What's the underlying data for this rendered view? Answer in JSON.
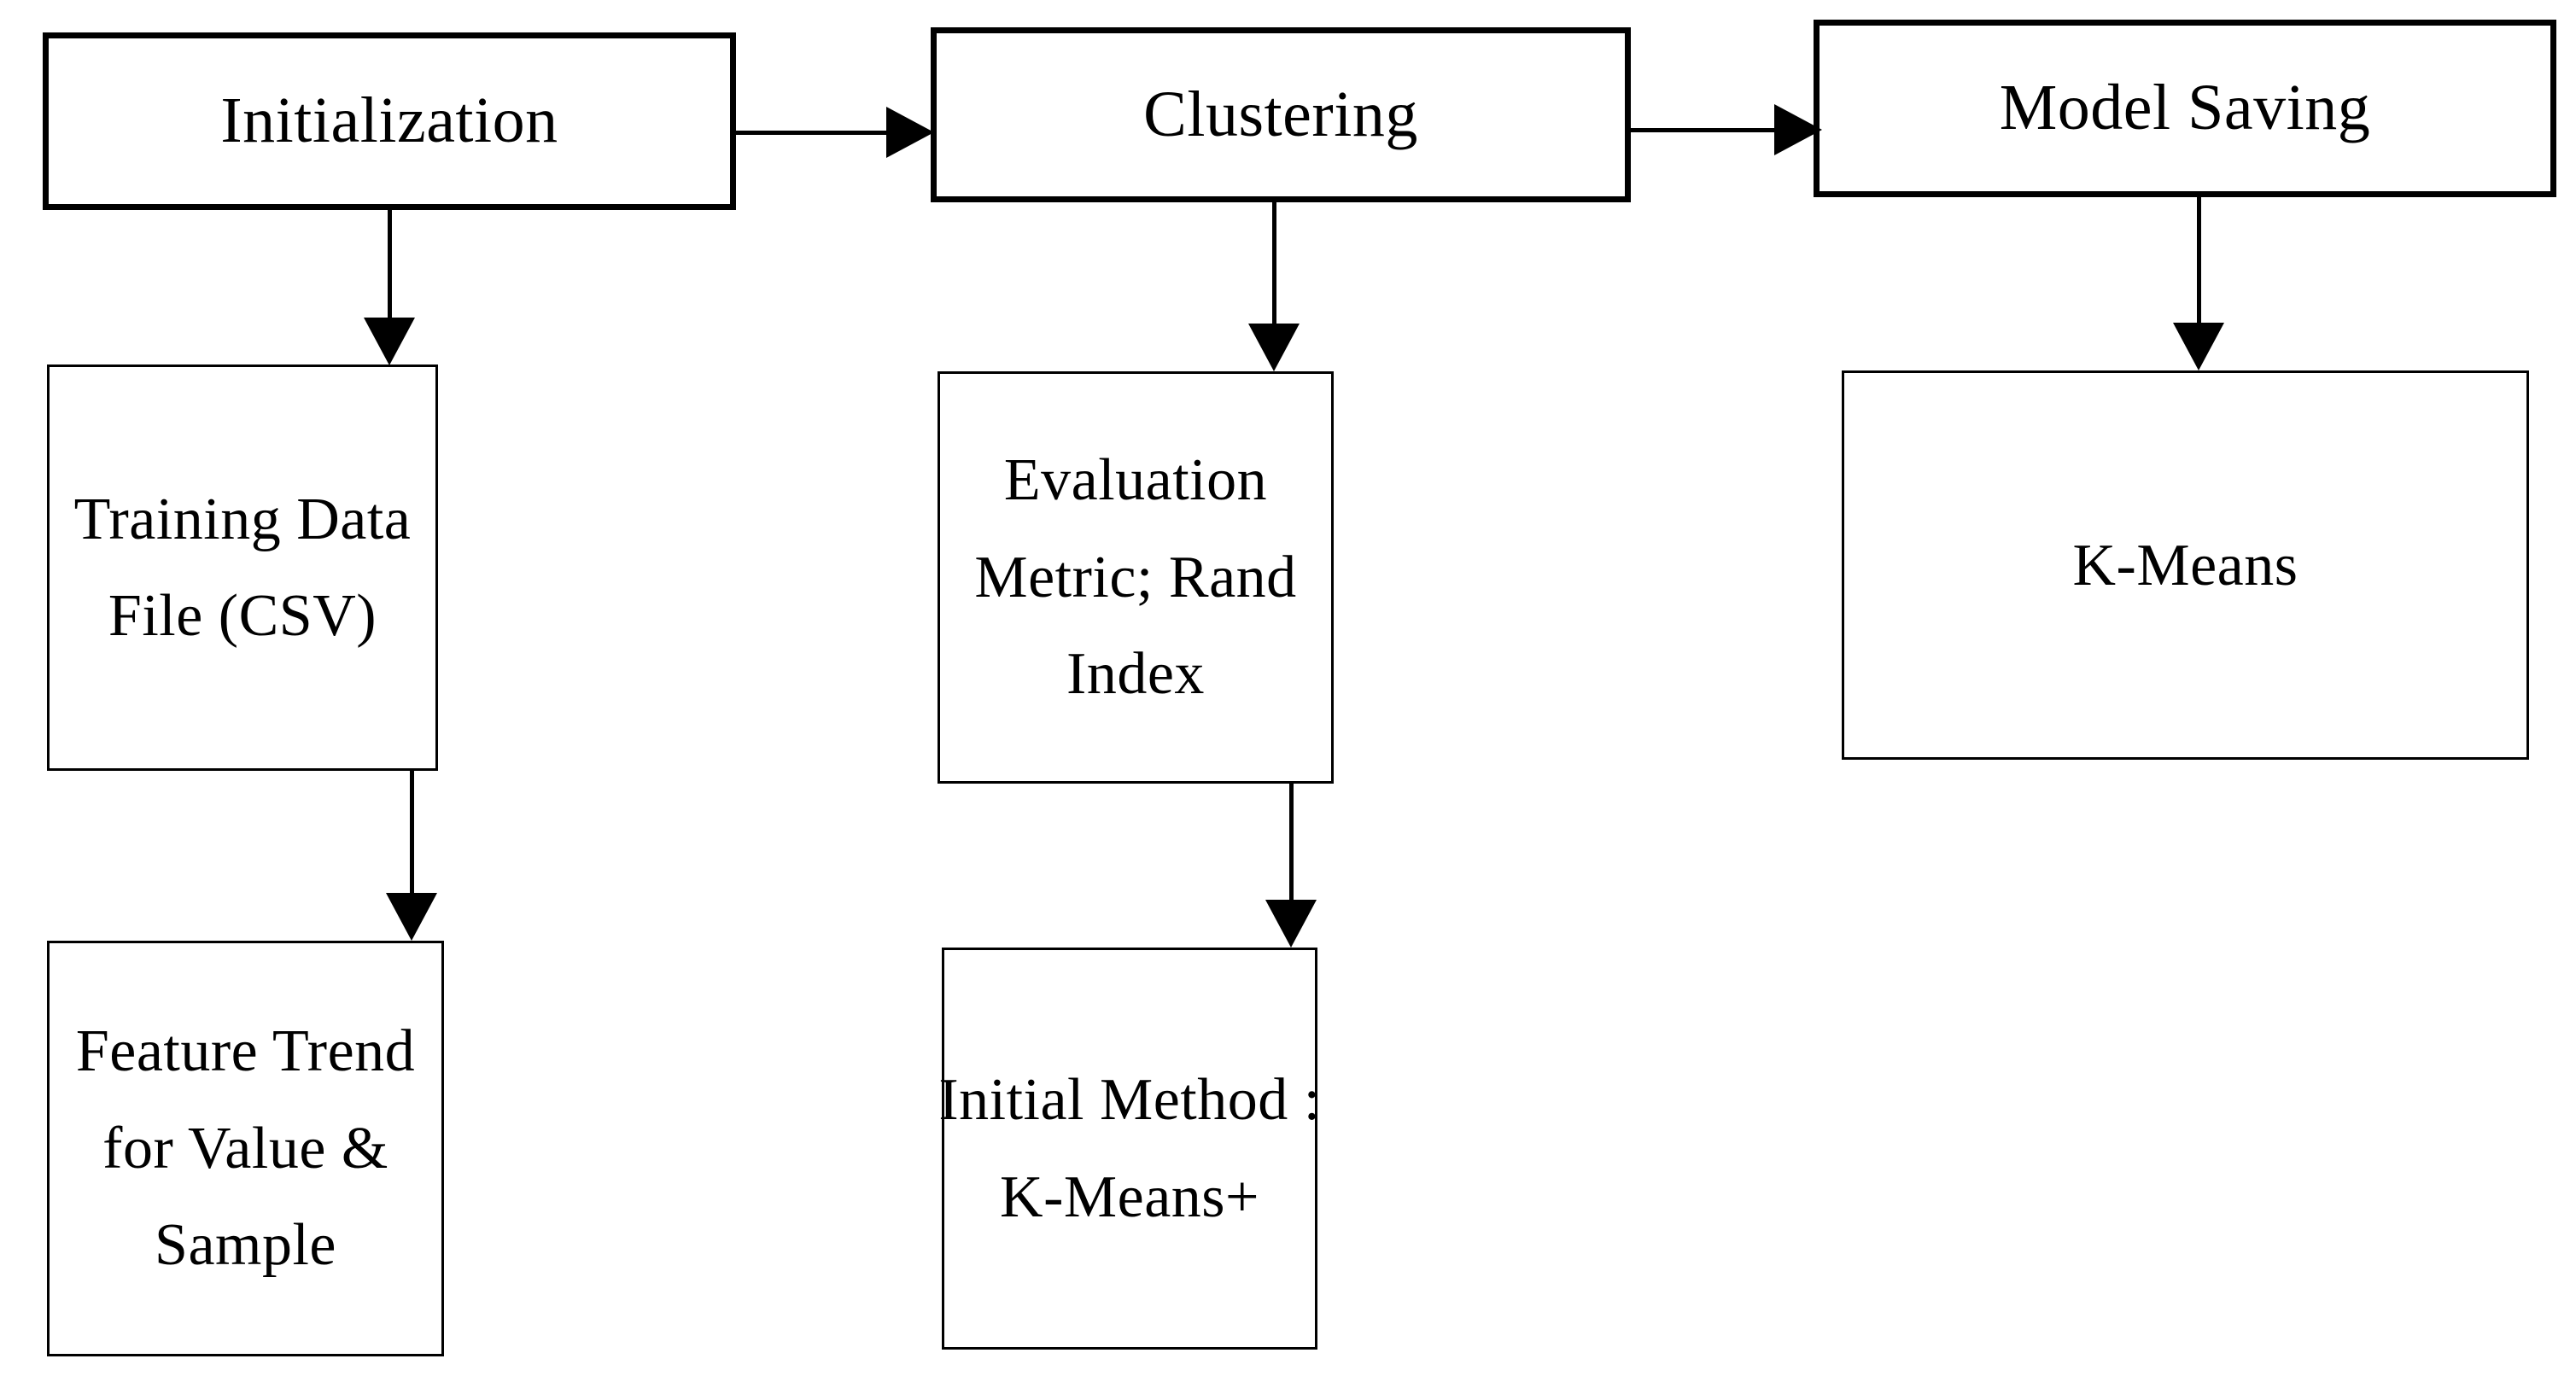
{
  "diagram": {
    "title": "K-Means clustering pipeline flowchart",
    "background_color": "#ffffff",
    "stroke_color": "#000000",
    "stages": [
      {
        "id": "initialization",
        "label": "Initialization",
        "border_weight": "thick"
      },
      {
        "id": "clustering",
        "label": "Clustering",
        "border_weight": "thick"
      },
      {
        "id": "model-saving",
        "label": "Model Saving",
        "border_weight": "thick"
      }
    ],
    "details": [
      {
        "id": "training-data-file",
        "lines": [
          "Training Data",
          "File (CSV)"
        ],
        "border_weight": "thin"
      },
      {
        "id": "feature-trend",
        "lines": [
          "Feature Trend",
          "for Value &",
          "Sample"
        ],
        "border_weight": "thin"
      },
      {
        "id": "evaluation-metric",
        "lines": [
          "Evaluation",
          "Metric; Rand",
          "Index"
        ],
        "border_weight": "thin"
      },
      {
        "id": "initial-method",
        "lines": [
          "Initial Method :",
          "K-Means+"
        ],
        "border_weight": "thin"
      },
      {
        "id": "k-means",
        "lines": [
          "K-Means"
        ],
        "border_weight": "thin"
      }
    ],
    "connections": [
      {
        "id": "initialization-to-clustering",
        "from": "initialization",
        "to": "clustering",
        "direction": "right"
      },
      {
        "id": "clustering-to-model-saving",
        "from": "clustering",
        "to": "model-saving",
        "direction": "right"
      },
      {
        "id": "initialization-to-training-data",
        "from": "initialization",
        "to": "training-data-file",
        "direction": "down"
      },
      {
        "id": "training-data-to-feature-trend",
        "from": "training-data-file",
        "to": "feature-trend",
        "direction": "down"
      },
      {
        "id": "clustering-to-evaluation-metric",
        "from": "clustering",
        "to": "evaluation-metric",
        "direction": "down"
      },
      {
        "id": "evaluation-metric-to-initial-method",
        "from": "evaluation-metric",
        "to": "initial-method",
        "direction": "down"
      },
      {
        "id": "model-saving-to-k-means",
        "from": "model-saving",
        "to": "k-means",
        "direction": "down"
      }
    ]
  }
}
